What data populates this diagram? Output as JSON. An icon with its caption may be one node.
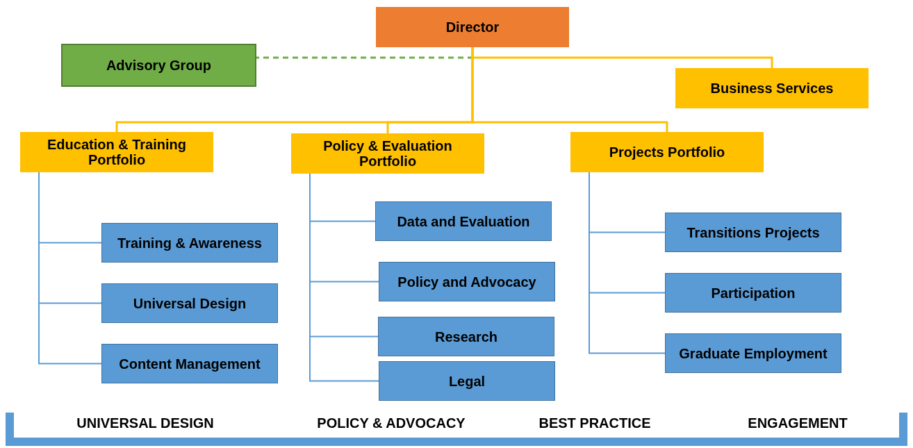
{
  "diagram": {
    "nodes": [
      {
        "text": [
          "Director"
        ]
      },
      {
        "text": [
          "Advisory Group"
        ]
      },
      {
        "text": [
          "Business Services"
        ]
      },
      {
        "text": [
          "Education & Training Portfolio"
        ]
      },
      {
        "text": [
          "Policy & Evaluation Portfolio"
        ]
      },
      {
        "text": [
          "Projects Portfolio"
        ]
      },
      {
        "text": [
          "Training & Awareness"
        ]
      },
      {
        "text": [
          "Universal Design"
        ]
      },
      {
        "text": [
          "Content Management"
        ]
      },
      {
        "text": [
          "Data and Evaluation"
        ]
      },
      {
        "text": [
          "Policy and Advocacy"
        ]
      },
      {
        "text": [
          "Research"
        ]
      },
      {
        "text": [
          "Legal"
        ]
      },
      {
        "text": [
          "Transitions Projects"
        ]
      },
      {
        "text": [
          "Participation"
        ]
      },
      {
        "text": [
          "Graduate Employment"
        ]
      }
    ],
    "edges": [
      {
        "from": 0,
        "to": 1,
        "arrow": "none",
        "style": "dashed",
        "color": "#70ad47"
      },
      {
        "from": 0,
        "to": 2,
        "arrow": "none",
        "color": "#ffc000"
      },
      {
        "from": 0,
        "to": 3,
        "arrow": "none",
        "color": "#ffc000"
      },
      {
        "from": 0,
        "to": 4,
        "arrow": "none",
        "color": "#ffc000"
      },
      {
        "from": 0,
        "to": 5,
        "arrow": "none",
        "color": "#ffc000"
      },
      {
        "from": 3,
        "to": 6,
        "arrow": "none"
      },
      {
        "from": 3,
        "to": 7,
        "arrow": "none"
      },
      {
        "from": 3,
        "to": 8,
        "arrow": "none"
      },
      {
        "from": 4,
        "to": 9,
        "arrow": "none"
      },
      {
        "from": 4,
        "to": 10,
        "arrow": "none"
      },
      {
        "from": 4,
        "to": 11,
        "arrow": "none"
      },
      {
        "from": 4,
        "to": 12,
        "arrow": "none"
      },
      {
        "from": 5,
        "to": 13,
        "arrow": "none"
      },
      {
        "from": 5,
        "to": 14,
        "arrow": "none"
      },
      {
        "from": 5,
        "to": 15,
        "arrow": "none"
      }
    ],
    "labels": [
      "UNIVERSAL DESIGN",
      "POLICY & ADVOCACY",
      "BEST PRACTICE",
      "ENGAGEMENT"
    ]
  }
}
